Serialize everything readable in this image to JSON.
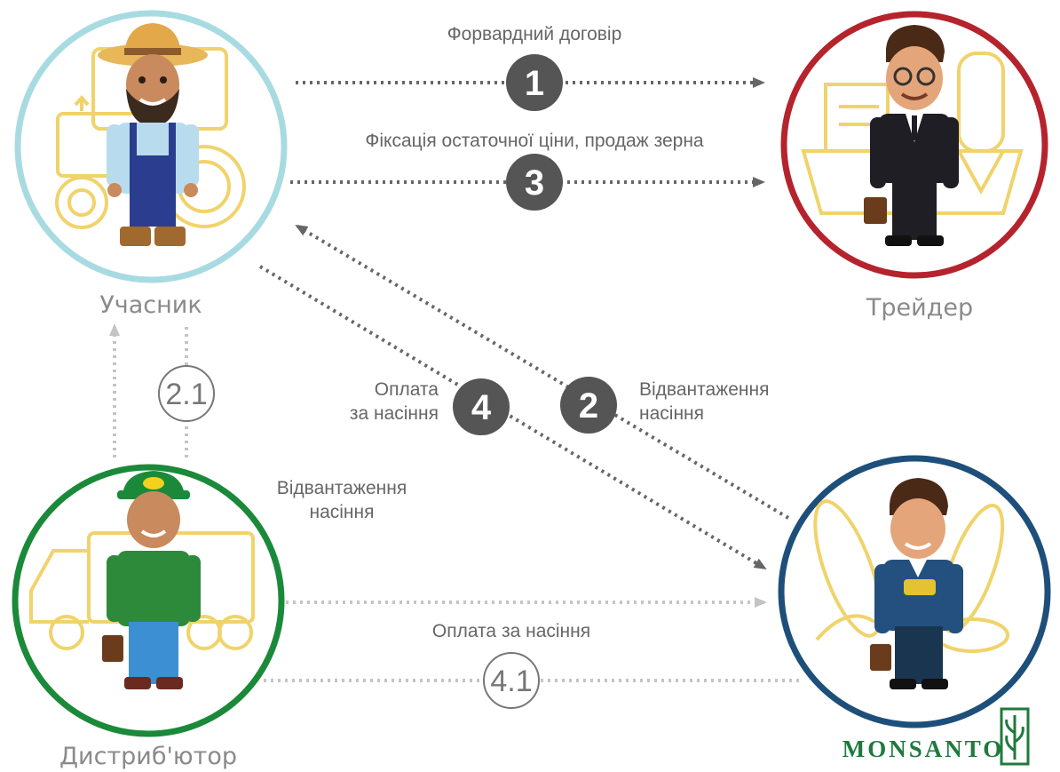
{
  "nodes": {
    "farmer": {
      "label": "Учасник",
      "ring_color": "#a8dbe1"
    },
    "trader": {
      "label": "Трейдер",
      "ring_color": "#b5232d"
    },
    "distributor": {
      "label": "Дистриб'ютор",
      "ring_color": "#1a8a3a"
    },
    "monsanto": {
      "ring_color": "#1d4f7a",
      "brand": "MONSANTO"
    }
  },
  "edges": {
    "e1": {
      "step": "1",
      "label": "Форвардний договір"
    },
    "e3": {
      "step": "3",
      "label": "Фіксація остаточної ціни, продаж зерна"
    },
    "e2": {
      "step": "2",
      "label_line1": "Відвантаження",
      "label_line2": "насіння"
    },
    "e4": {
      "step": "4",
      "label_line1": "Оплата",
      "label_line2": "за насіння"
    },
    "e21": {
      "step": "2.1",
      "label_line1": "Відвантаження",
      "label_line2": "насіння"
    },
    "e41": {
      "step": "4.1",
      "label": "Оплата за насіння"
    }
  },
  "colors": {
    "arrow_dark": "#666666",
    "arrow_light": "#bdbdbd",
    "badge_fill": "#555555",
    "illustration_outline": "#f0d36a"
  }
}
